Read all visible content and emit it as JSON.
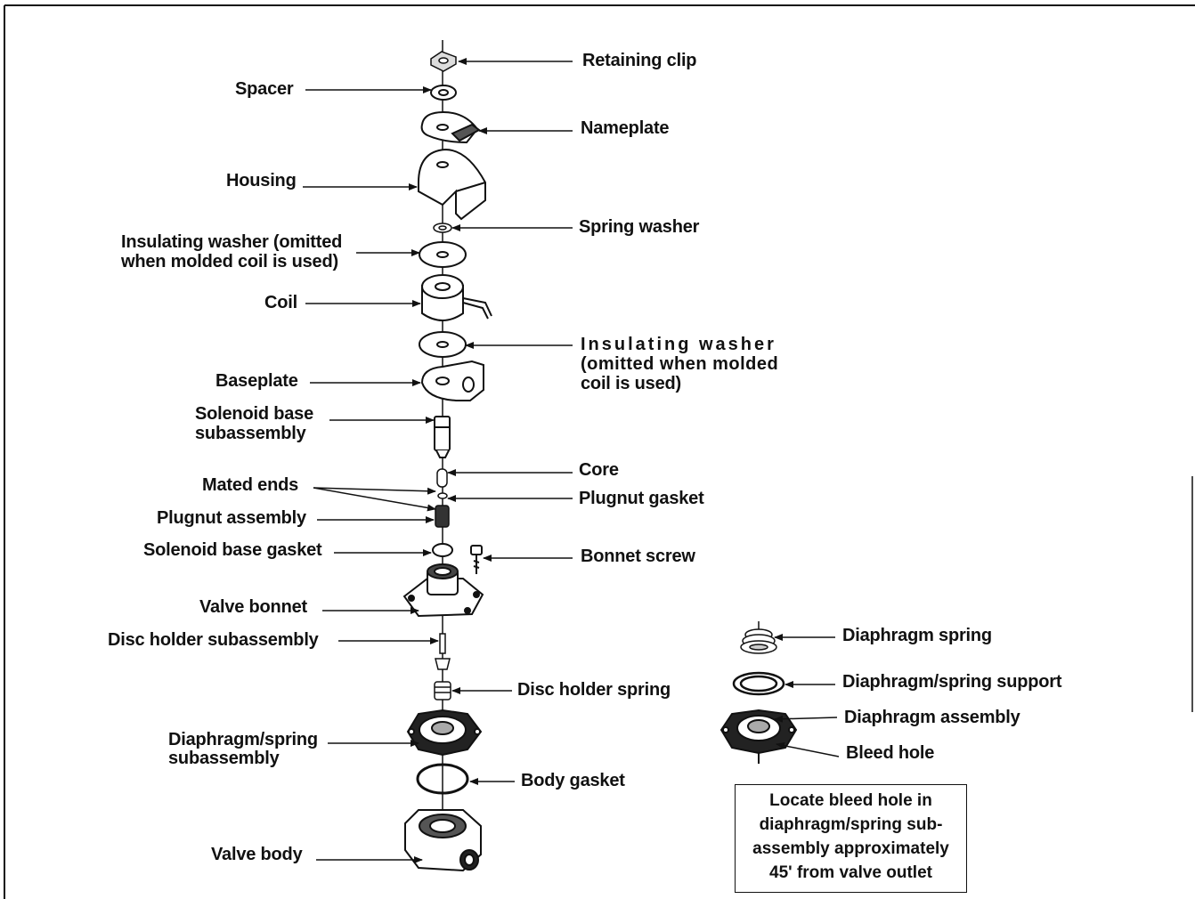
{
  "labels": {
    "retaining_clip": "Retaining clip",
    "spacer": "Spacer",
    "nameplate": "Nameplate",
    "housing": "Housing",
    "spring_washer": "Spring washer",
    "insulating_washer_upper_line1": "Insulating  washer  (omitted",
    "insulating_washer_upper_line2": "when molded coil is used)",
    "coil": "Coil",
    "insulating_washer_lower_line1": "Insulating  washer",
    "insulating_washer_lower_line2": "(omitted  when  molded",
    "insulating_washer_lower_line3": "coil is used)",
    "baseplate": "Baseplate",
    "solenoid_base_line1": "Solenoid  base",
    "solenoid_base_line2": "subassembly",
    "core": "Core",
    "mated_ends": "Mated ends",
    "plugnut_gasket": "Plugnut gasket",
    "plugnut_assembly": "Plugnut assembly",
    "solenoid_base_gasket": "Solenoid base gasket",
    "bonnet_screw": "Bonnet screw",
    "valve_bonnet": "Valve bonnet",
    "disc_holder_subassembly": "Disc holder subassembly",
    "disc_holder_spring": "Disc holder spring",
    "diaphragm_spring_sub_line1": "Diaphragm/spring",
    "diaphragm_spring_sub_line2": "subassembly",
    "body_gasket": "Body gasket",
    "valve_body": "Valve body",
    "diaphragm_spring": "Diaphragm spring",
    "diaphragm_spring_support": "Diaphragm/spring support",
    "diaphragm_assembly": "Diaphragm assembly",
    "bleed_hole": "Bleed hole"
  },
  "note": {
    "line1": "Locate bleed hole in",
    "line2": "diaphragm/spring sub-",
    "line3": "assembly approximately",
    "line4": "45' from valve outlet"
  }
}
